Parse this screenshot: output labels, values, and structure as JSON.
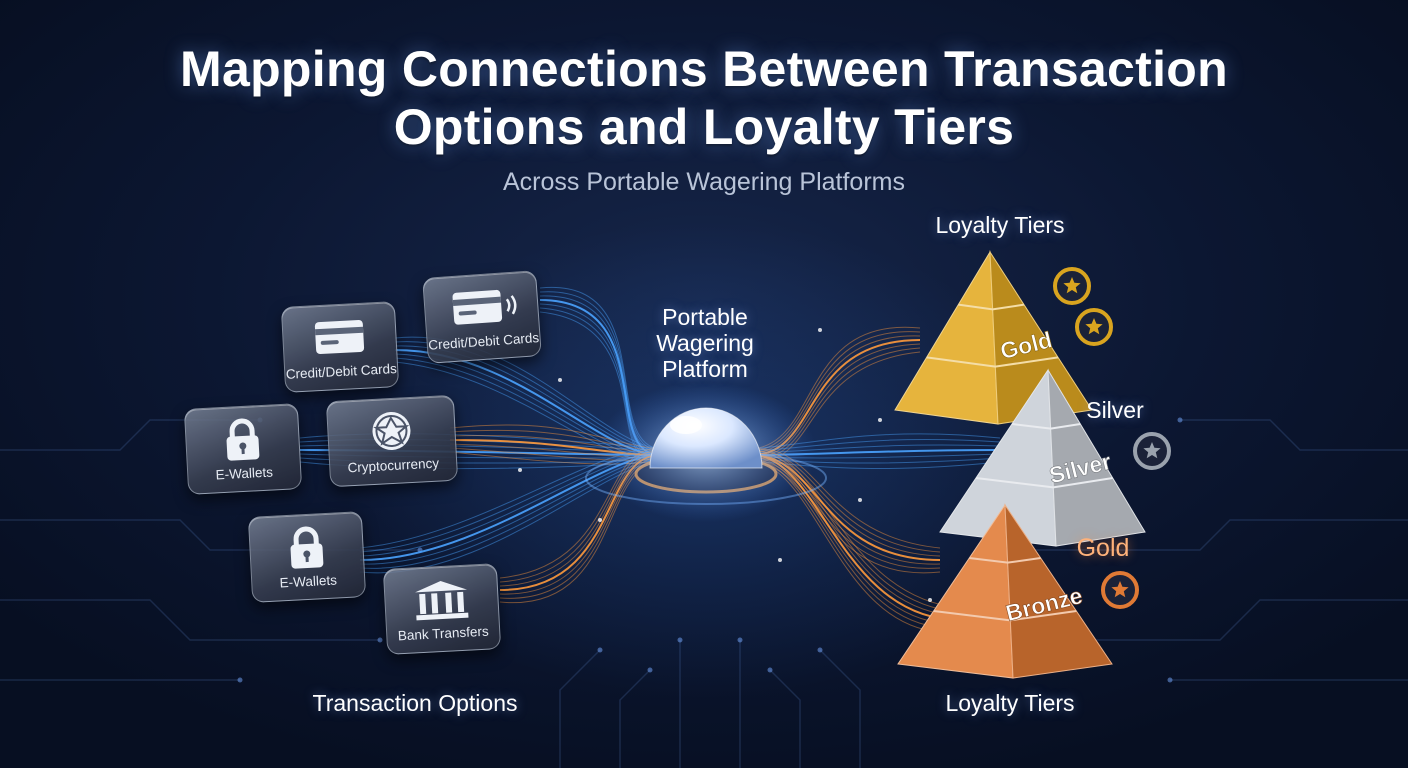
{
  "title": {
    "line1": "Mapping Connections Between Transaction",
    "line2": "Options and Loyalty Tiers"
  },
  "subtitle": "Across Portable Wagering Platforms",
  "transaction_options": {
    "label": "Transaction Options",
    "cards": [
      {
        "label": "Credit/Debit Cards",
        "icon": "credit-card-icon"
      },
      {
        "label": "Credit/Debit Cards",
        "icon": "contactless-card-icon"
      },
      {
        "label": "E-Wallets",
        "icon": "padlock-icon"
      },
      {
        "label": "Cryptocurrency",
        "icon": "crypto-emblem-icon"
      },
      {
        "label": "E-Wallets",
        "icon": "padlock-icon"
      },
      {
        "label": "Bank Transfers",
        "icon": "bank-icon"
      }
    ]
  },
  "hub": {
    "label_lines": [
      "Portable",
      "Wagering",
      "Platform"
    ]
  },
  "loyalty_tiers": {
    "top_label": "Loyalty Tiers",
    "bottom_label": "Loyalty Tiers",
    "tiers": [
      {
        "face_label": "Gold",
        "side_label": "",
        "color": "#e3aa22"
      },
      {
        "face_label": "Silver",
        "side_label": "Silver",
        "color": "#c9ced6"
      },
      {
        "face_label": "Bronze",
        "side_label": "Gold",
        "color": "#e07a35"
      }
    ]
  },
  "colors": {
    "blue_stream": "#4aa3ff",
    "orange_stream": "#ff9a3c",
    "background": "#0b1630"
  }
}
